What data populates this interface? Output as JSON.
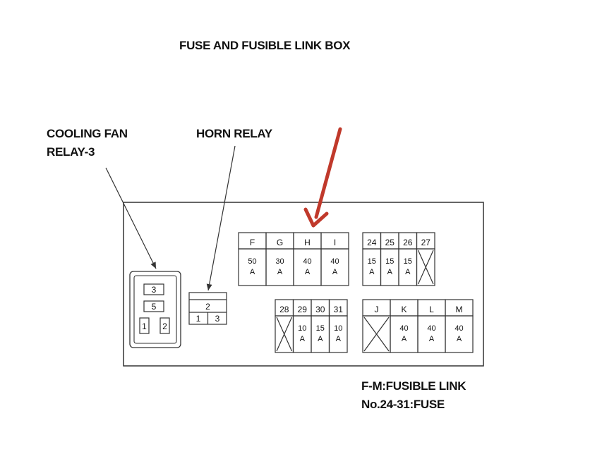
{
  "title": "FUSE AND FUSIBLE LINK BOX",
  "labels": {
    "cooling_fan_line1": "COOLING FAN",
    "cooling_fan_line2": "RELAY-3",
    "horn_relay": "HORN RELAY",
    "legend_line1": "F-M:FUSIBLE LINK",
    "legend_line2": "No.24-31:FUSE"
  },
  "cooling_fan_relay": {
    "top": "3",
    "middle": "5",
    "left": "1",
    "right": "2"
  },
  "horn_relay_terminals": {
    "top": "2",
    "left": "1",
    "right": "3"
  },
  "fusible_links_top": [
    {
      "id": "F",
      "amp": "50",
      "unit": "A"
    },
    {
      "id": "G",
      "amp": "30",
      "unit": "A"
    },
    {
      "id": "H",
      "amp": "40",
      "unit": "A"
    },
    {
      "id": "I",
      "amp": "40",
      "unit": "A"
    }
  ],
  "fuses_top": [
    {
      "id": "24",
      "amp": "15",
      "unit": "A"
    },
    {
      "id": "25",
      "amp": "15",
      "unit": "A"
    },
    {
      "id": "26",
      "amp": "15",
      "unit": "A"
    },
    {
      "id": "27",
      "amp": "",
      "unit": "",
      "empty": true
    }
  ],
  "fuses_bottom": [
    {
      "id": "28",
      "amp": "",
      "unit": "",
      "empty": true
    },
    {
      "id": "29",
      "amp": "10",
      "unit": "A"
    },
    {
      "id": "30",
      "amp": "15",
      "unit": "A"
    },
    {
      "id": "31",
      "amp": "10",
      "unit": "A"
    }
  ],
  "fusible_links_bottom": [
    {
      "id": "J",
      "amp": "",
      "unit": "",
      "empty": true
    },
    {
      "id": "K",
      "amp": "40",
      "unit": "A"
    },
    {
      "id": "L",
      "amp": "40",
      "unit": "A"
    },
    {
      "id": "M",
      "amp": "40",
      "unit": "A"
    }
  ],
  "colors": {
    "line": "#333333",
    "pointer_arrow": "#c0392b"
  }
}
